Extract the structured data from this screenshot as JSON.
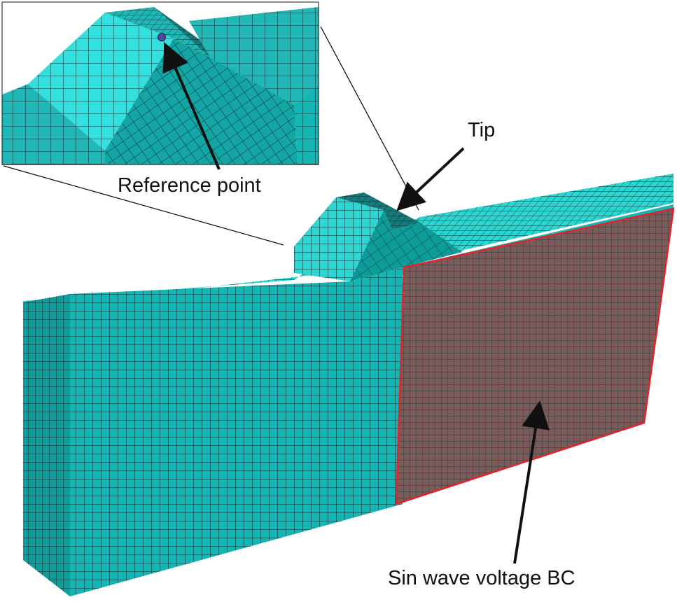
{
  "labels": {
    "tip": "Tip",
    "reference_point": "Reference point",
    "boundary_condition": "Sin wave voltage BC"
  },
  "colors": {
    "mesh_face": "#12b7b5",
    "mesh_face_dark": "#0e9c9b",
    "mesh_top": "#2bd6d3",
    "inset_face": "#33e0e0",
    "inset_face_dark": "#1fb8b6",
    "mesh_line": "#0a2a2a",
    "bc_face": "#7b5a5a",
    "bc_outline": "#e5222a",
    "reference_marker": "#4a4aa8",
    "arrow": "#111111"
  },
  "icons": {
    "reference_marker": "circle-marker-icon",
    "arrow": "arrow-icon"
  }
}
